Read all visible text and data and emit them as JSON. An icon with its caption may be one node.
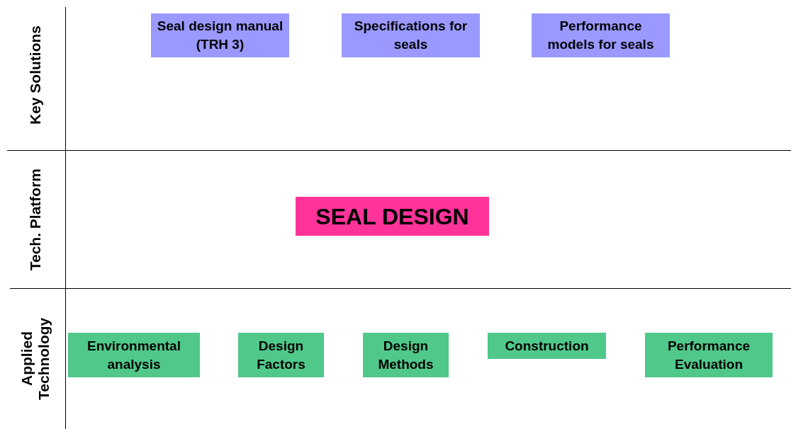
{
  "diagram": {
    "nodes": [
      {
        "text": [
          "Key Solutions"
        ]
      },
      {
        "text": [
          "Seal design manual (TRH 3)"
        ],
        "in": 0
      },
      {
        "text": [
          "Specifications for seals"
        ],
        "in": 0
      },
      {
        "text": [
          "Performance models for seals"
        ],
        "in": 0
      },
      {
        "text": [
          "Tech. Platform"
        ]
      },
      {
        "text": [
          "SEAL DESIGN"
        ],
        "in": 4
      },
      {
        "text": [
          "Applied Technology"
        ]
      },
      {
        "text": [
          "Environmental analysis"
        ],
        "in": 6
      },
      {
        "text": [
          "Design Factors"
        ],
        "in": 6
      },
      {
        "text": [
          "Design Methods"
        ],
        "in": 6
      },
      {
        "text": [
          "Construction"
        ],
        "in": 6
      },
      {
        "text": [
          "Performance Evaluation"
        ],
        "in": 6
      }
    ],
    "edges": []
  }
}
